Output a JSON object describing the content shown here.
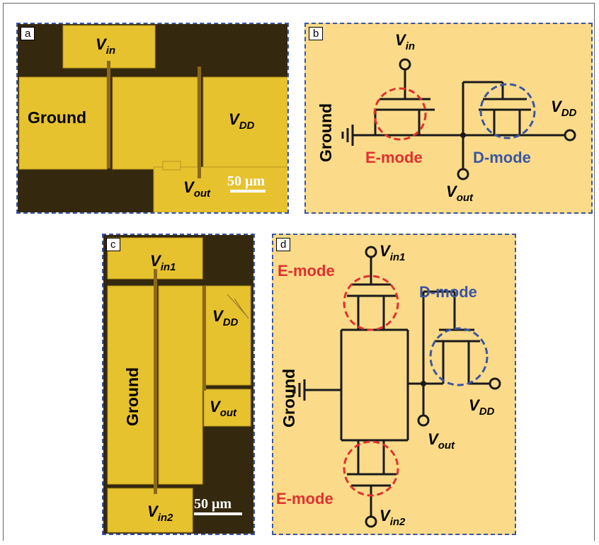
{
  "panel_a": {
    "tag": "a",
    "vin_main": "V",
    "vin_sub": "in",
    "ground": "Ground",
    "vdd_main": "V",
    "vdd_sub": "DD",
    "vout_main": "V",
    "vout_sub": "out",
    "scale": "50 μm"
  },
  "panel_b": {
    "tag": "b",
    "vin_main": "V",
    "vin_sub": "in",
    "ground": "Ground",
    "emode": "E-mode",
    "dmode": "D-mode",
    "vdd_main": "V",
    "vdd_sub": "DD",
    "vout_main": "V",
    "vout_sub": "out"
  },
  "panel_c": {
    "tag": "c",
    "vin1_main": "V",
    "vin1_sub": "in1",
    "vdd_main": "V",
    "vdd_sub": "DD",
    "ground": "Ground",
    "vout_main": "V",
    "vout_sub": "out",
    "vin2_main": "V",
    "vin2_sub": "in2",
    "scale": "50 μm"
  },
  "panel_d": {
    "tag": "d",
    "vin1_main": "V",
    "vin1_sub": "in1",
    "emode_top": "E-mode",
    "dmode": "D-mode",
    "ground": "Ground",
    "vdd_main": "V",
    "vdd_sub": "DD",
    "vout_main": "V",
    "vout_sub": "out",
    "emode_bottom": "E-mode",
    "vin2_main": "V",
    "vin2_sub": "in2"
  },
  "colors": {
    "panel_border": "#3b56a3",
    "schematic_bg": "#fbdb89",
    "gold": "#e6c22f",
    "substrate": "#34280e",
    "emode_circle": "#e03030",
    "dmode_circle": "#3b56a3",
    "emode_text": "#e03030",
    "dmode_text": "#3b56a3"
  }
}
